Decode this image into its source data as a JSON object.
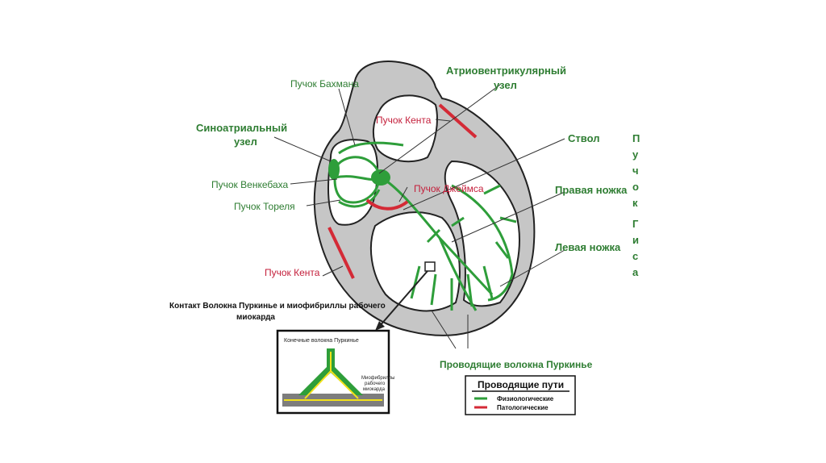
{
  "title": "Проводящая система сердца",
  "labels": {
    "bachmann": "Пучок Бахмана",
    "sa_node_1": "Синоатриальный",
    "sa_node_2": "узел",
    "wenckebach": "Пучок Венкебаха",
    "thorel": "Пучок Тореля",
    "kent_left": "Пучок Кента",
    "kent_top": "Пучок Кента",
    "james": "Пучок Джеймса",
    "av_node_1": "Атриовентрикулярный",
    "av_node_2": "узел",
    "trunk": "Ствол",
    "right_branch": "Правая ножка",
    "left_branch": "Левая ножка",
    "his_bundle_vertical": [
      "П",
      "у",
      "ч",
      "о",
      "к",
      "",
      "Г",
      "и",
      "с",
      "а"
    ],
    "purkinje": "Проводящие волокна Пуркинье"
  },
  "inset": {
    "caption_1": "Контакт Волокна Пуркинье и миофибриллы рабочего",
    "caption_2": "миокарда",
    "top_label": "Конечные волокна Пуркинье",
    "side_1": "Миофибриллы",
    "side_2": "рабочего",
    "side_3": "миокарда"
  },
  "legend": {
    "title": "Проводящие пути",
    "physiological": "Физиологические",
    "pathological": "Патологические"
  },
  "colors": {
    "green": "#2e9e3a",
    "red": "#d42a36",
    "heart_gray": "#c8c8c8",
    "label_green": "#2e7d32",
    "label_red": "#c41f3b"
  }
}
